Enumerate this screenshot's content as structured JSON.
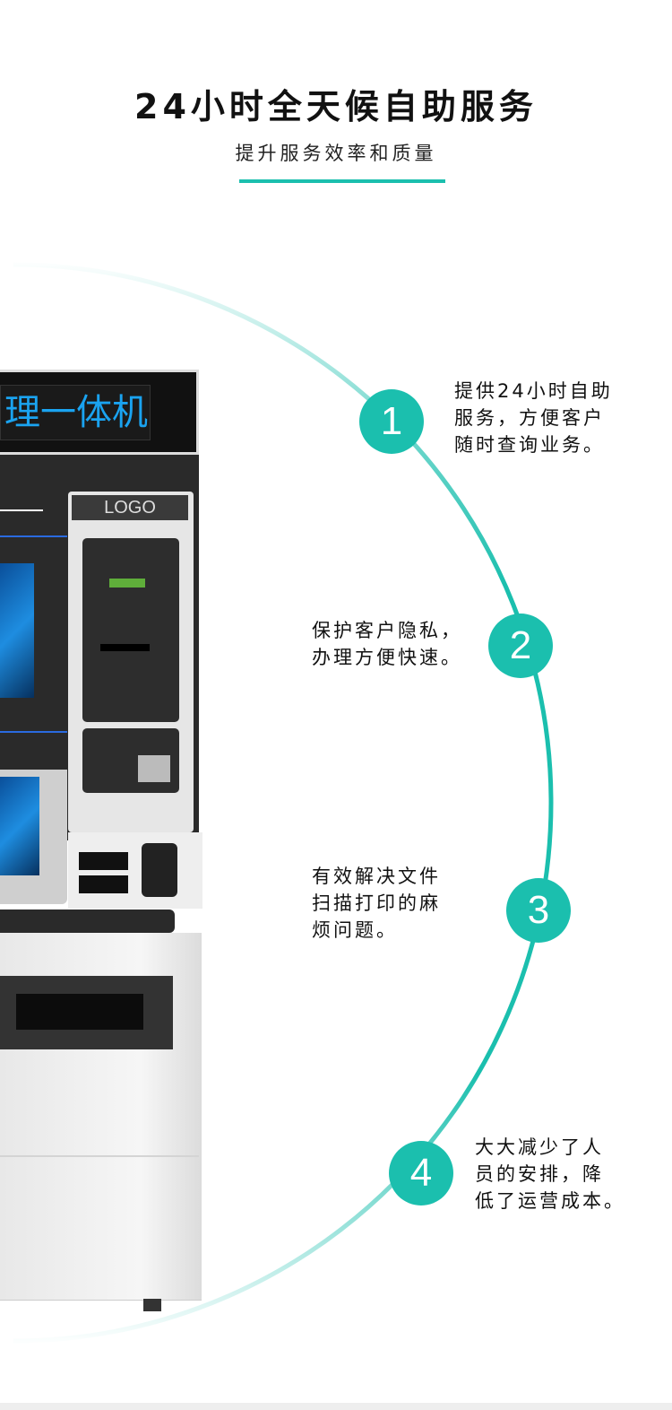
{
  "header": {
    "title": "24小时全天候自助服务",
    "subtitle": "提升服务效率和质量"
  },
  "kiosk": {
    "screen_text": "理一体机",
    "logo_text": "LOGO"
  },
  "accent_color": "#1bbfae",
  "features": [
    {
      "number": "1",
      "lines": [
        "提供24小时自助",
        "服务，方便客户",
        "随时查询业务。"
      ]
    },
    {
      "number": "2",
      "lines": [
        "保护客户隐私，",
        "办理方便快速。"
      ]
    },
    {
      "number": "3",
      "lines": [
        "有效解决文件",
        "扫描打印的麻",
        "烦问题。"
      ]
    },
    {
      "number": "4",
      "lines": [
        "大大减少了人",
        "员的安排，降",
        "低了运营成本。"
      ]
    }
  ]
}
